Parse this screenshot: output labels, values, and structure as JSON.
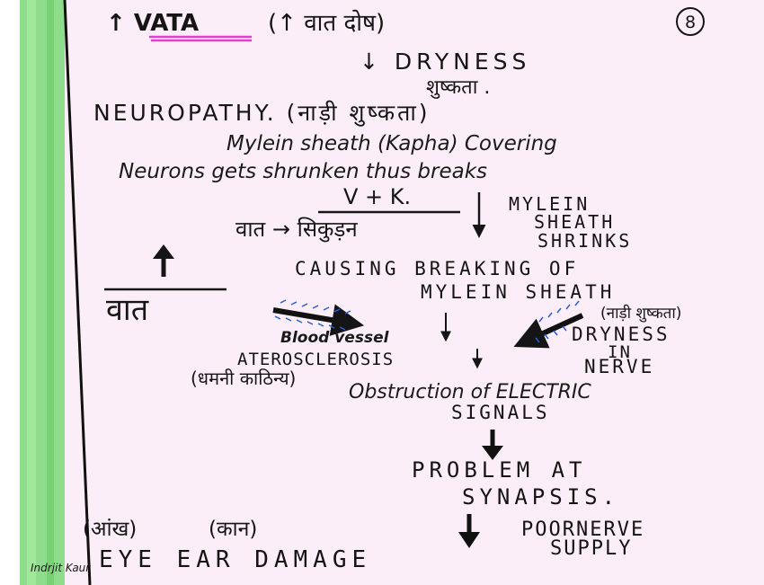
{
  "page": {
    "number": "8",
    "colors": {
      "paper": "#fbeef8",
      "margin_stripe": "#7dd87a",
      "ink": "#151515",
      "highlight": "#e040c8",
      "hatch": "#2a5bd8"
    }
  },
  "notes": {
    "title": "↑ VATA",
    "title_hindi": "(↑ वात दोष)",
    "dryness": "↓ DRYNESS",
    "dryness_hindi": "शुष्कता .",
    "neuropathy": "NEUROPATHY. (नाड़ी शुष्कता)",
    "mylein_line1": "Mylein sheath (Kapha) Covering",
    "mylein_line2": "Neurons gets shrunken thus breaks",
    "fraction_top": "V + K.",
    "fraction_bottom": "वात → सिकुड़न",
    "shrinks_line1": "MYLEIN",
    "shrinks_line2": "SHEATH",
    "shrinks_line3": "SHRINKS",
    "up_vata": "वात",
    "causing_line1": "CAUSING BREAKING OF",
    "causing_line2": "MYLEIN SHEATH",
    "nadi_sushkata": "(नाड़ी शुष्कता)",
    "blood_vessel": "Blood vessel",
    "dryness_nerve_line1": "DRYNESS",
    "dryness_nerve_line2": "IN",
    "dryness_nerve_line3": "NERVE",
    "atherosclerosis": "ATEROSCLEROSIS",
    "dhamani": "(धमनी काठिन्य)",
    "obstruction_line1": "Obstruction of ELECTRIC",
    "obstruction_line2": "SIGNALS",
    "problem_line1": "PROBLEM AT",
    "problem_line2": "SYNAPSIS.",
    "eye_hindi": "(आंख)",
    "ear_hindi": "(कान)",
    "eye_ear_damage": "EYE EAR DAMAGE",
    "poor_nerve_line1": "POORNERVE",
    "poor_nerve_line2": "SUPPLY",
    "signature": "Indrjit Kaur"
  }
}
